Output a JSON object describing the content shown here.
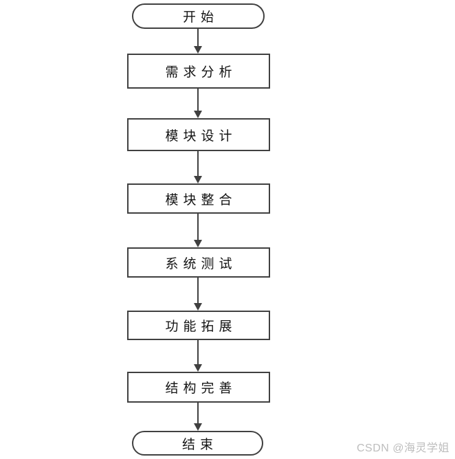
{
  "flowchart": {
    "type": "flowchart",
    "direction": "top-down",
    "nodes": [
      {
        "id": "start",
        "type": "terminator",
        "label": "开始"
      },
      {
        "id": "requirements-analysis",
        "type": "process",
        "label": "需求分析"
      },
      {
        "id": "module-design",
        "type": "process",
        "label": "模块设计"
      },
      {
        "id": "module-integration",
        "type": "process",
        "label": "模块整合"
      },
      {
        "id": "system-testing",
        "type": "process",
        "label": "系统测试"
      },
      {
        "id": "feature-expansion",
        "type": "process",
        "label": "功能拓展"
      },
      {
        "id": "structure-improvement",
        "type": "process",
        "label": "结构完善"
      },
      {
        "id": "end",
        "type": "terminator",
        "label": "结束"
      }
    ],
    "edges": [
      {
        "from": "start",
        "to": "requirements-analysis"
      },
      {
        "from": "requirements-analysis",
        "to": "module-design"
      },
      {
        "from": "module-design",
        "to": "module-integration"
      },
      {
        "from": "module-integration",
        "to": "system-testing"
      },
      {
        "from": "system-testing",
        "to": "feature-expansion"
      },
      {
        "from": "feature-expansion",
        "to": "structure-improvement"
      },
      {
        "from": "structure-improvement",
        "to": "end"
      }
    ],
    "colors": {
      "stroke": "#404040",
      "text": "#141414",
      "background": "#ffffff"
    }
  },
  "watermark": {
    "text": "CSDN @海灵学姐",
    "color": "#bdbdbd"
  }
}
